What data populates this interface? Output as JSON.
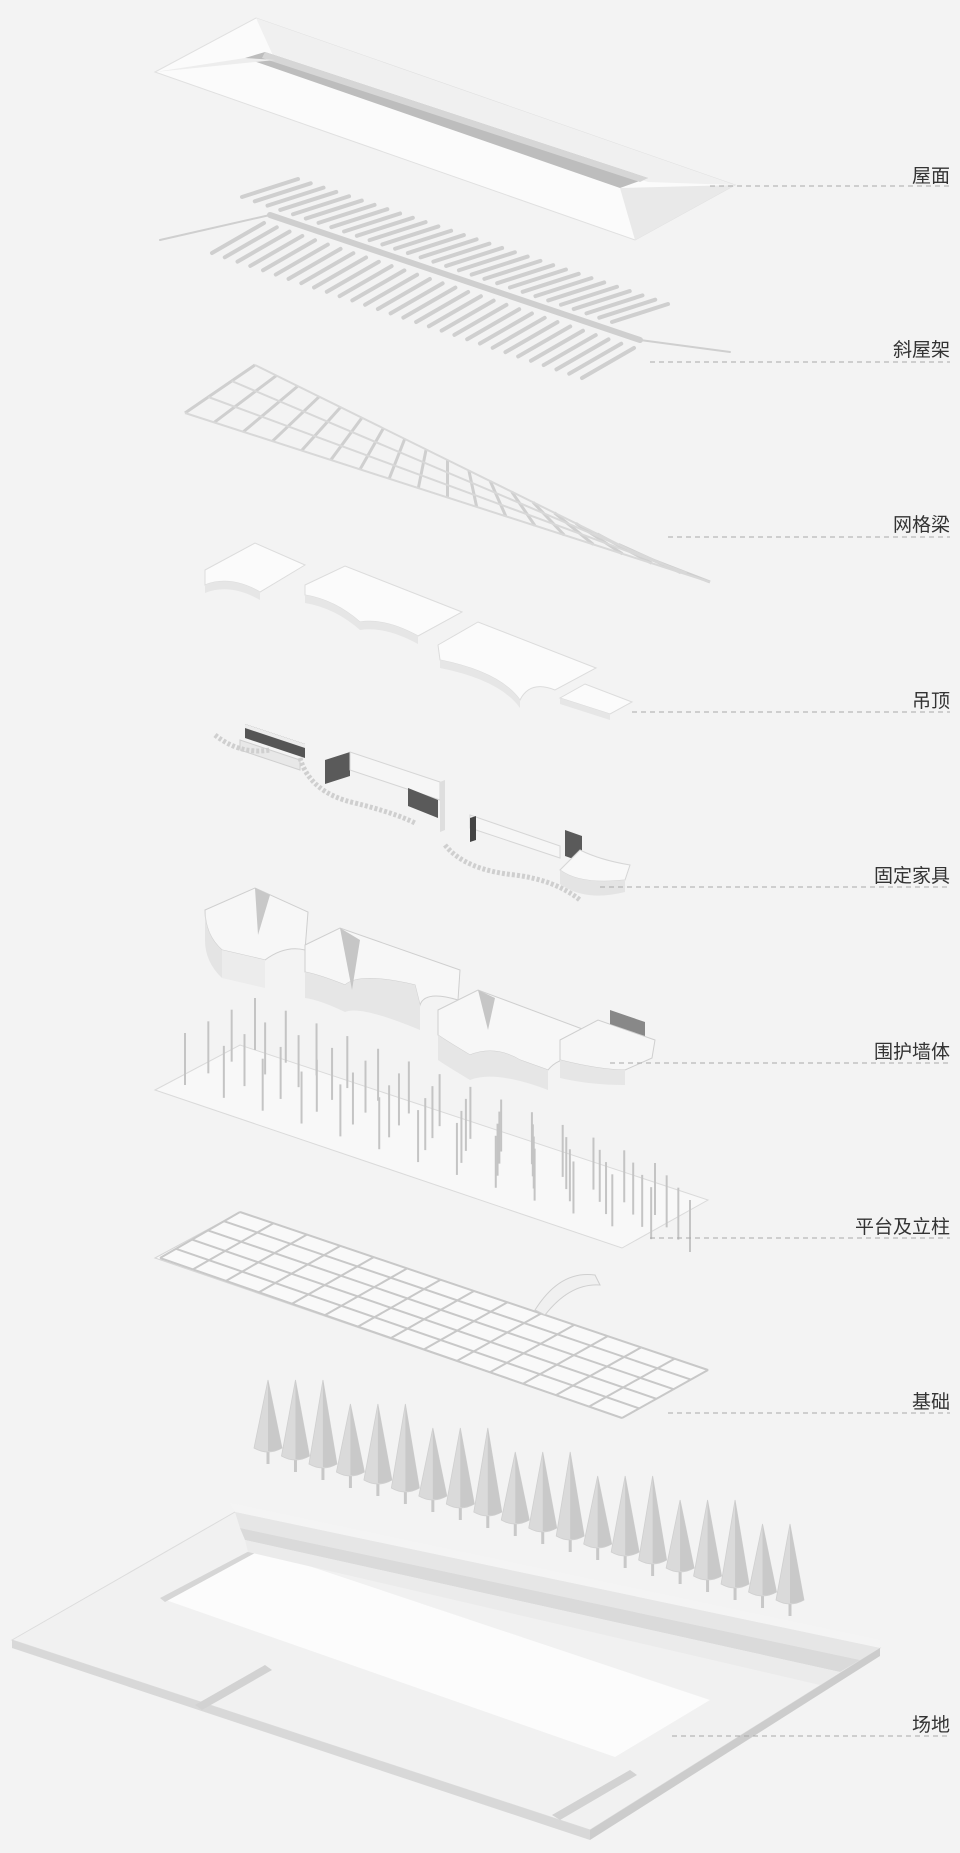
{
  "diagram": {
    "layers": [
      {
        "label": "屋面",
        "icon": "roof-icon"
      },
      {
        "label": "斜屋架",
        "icon": "sloped-truss-icon"
      },
      {
        "label": "网格梁",
        "icon": "grid-beam-icon"
      },
      {
        "label": "吊顶",
        "icon": "ceiling-icon"
      },
      {
        "label": "固定家具",
        "icon": "furniture-icon"
      },
      {
        "label": "围护墙体",
        "icon": "enclosure-wall-icon"
      },
      {
        "label": "平台及立柱",
        "icon": "platform-columns-icon"
      },
      {
        "label": "基础",
        "icon": "foundation-icon"
      },
      {
        "label": "场地",
        "icon": "site-icon"
      }
    ]
  },
  "colors": {
    "background": "#f3f3f3",
    "model_white": "#fafafa",
    "model_shade": "#e2e2e2",
    "model_dark": "#c8c8c8",
    "tree": "#d9d9d9",
    "text": "#333333",
    "leader": "#a8a8a8"
  }
}
